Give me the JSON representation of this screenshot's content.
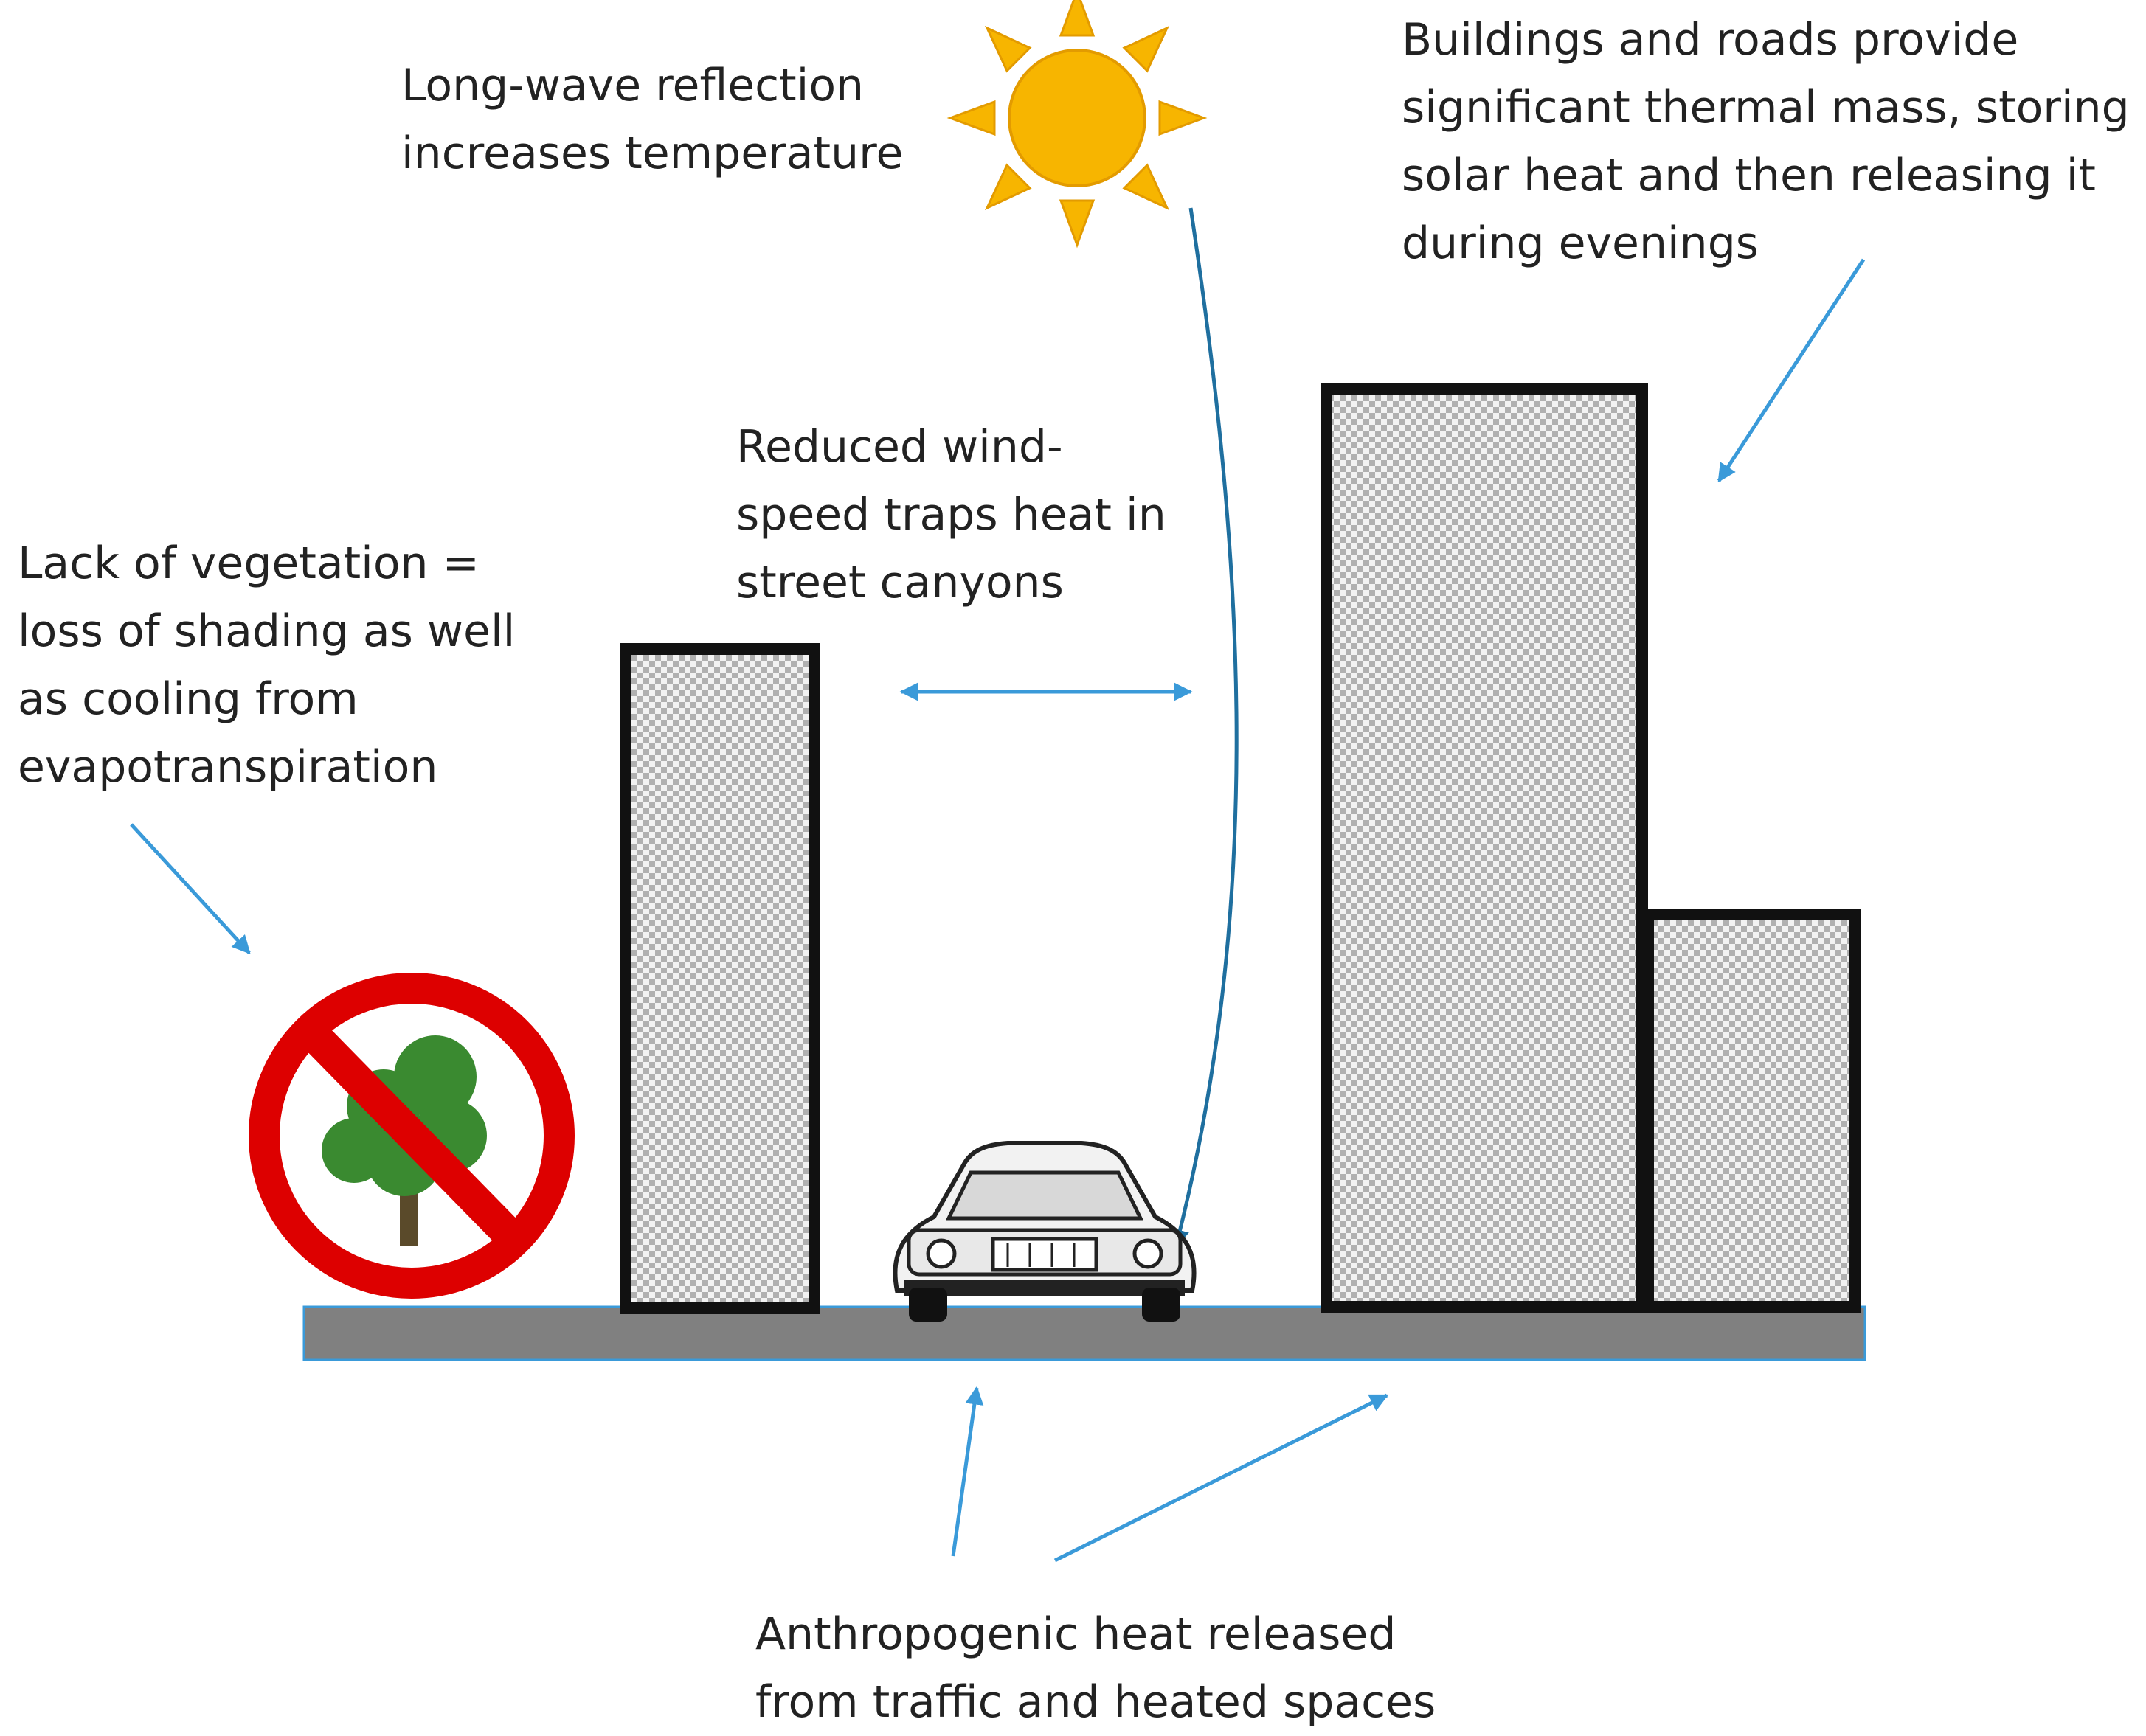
{
  "annotations": {
    "longwave": {
      "lines": [
        "Long-wave reflection",
        "increases temperature"
      ]
    },
    "thermal_mass": {
      "lines": [
        "Buildings and roads provide",
        "significant thermal mass, storing",
        "solar heat and then releasing it",
        "during evenings"
      ]
    },
    "wind": {
      "lines": [
        "Reduced wind-",
        "speed traps heat in",
        "street canyons"
      ]
    },
    "vegetation": {
      "lines": [
        "Lack of vegetation =",
        "loss of shading as well",
        "as cooling from",
        "evapotranspiration"
      ]
    },
    "anthropogenic": {
      "lines": [
        "Anthropogenic heat released",
        "from traffic and heated spaces"
      ]
    }
  },
  "colors": {
    "arrow": "#3a9ad9",
    "arrow_dark": "#1f6f9f",
    "building_border": "#111111",
    "ground": "#808080",
    "sun": "#f7b500",
    "no_sign": "#dd0000",
    "tree": "#3a8a30",
    "trunk": "#5a4a2a"
  },
  "icons": [
    "sun-icon",
    "car-icon",
    "tree-icon",
    "prohibition-icon"
  ]
}
